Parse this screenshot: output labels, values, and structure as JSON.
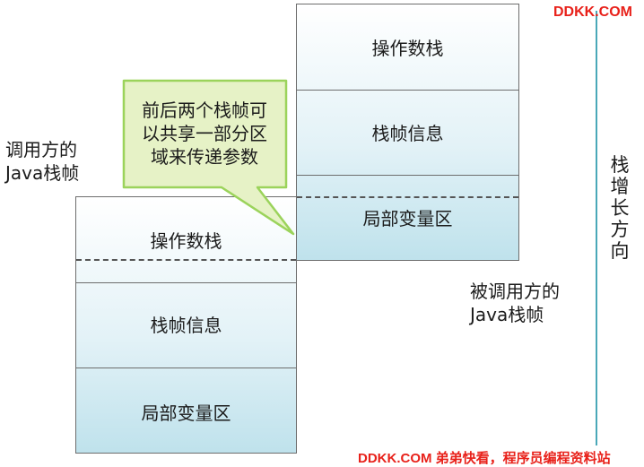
{
  "callee_stack": {
    "cells": [
      "操作数栈",
      "栈帧信息",
      "局部变量区"
    ]
  },
  "caller_stack": {
    "cells": [
      "操作数栈",
      "栈帧信息",
      "局部变量区"
    ]
  },
  "labels": {
    "caller": [
      "调用方的",
      "Java栈帧"
    ],
    "callee": [
      "被调用方的",
      "Java栈帧"
    ],
    "growth_direction": [
      "栈",
      "增",
      "长",
      "方",
      "向"
    ]
  },
  "callout": {
    "lines": [
      "前后两个栈帧可",
      "以共享一部分区",
      "域来传递参数"
    ],
    "border_color": "#9bd35b",
    "fill_color": "#e6f2c6"
  },
  "watermark": {
    "top": "DDKK.COM",
    "bottom": "DDKK.COM 弟弟快看，程序员编程资料站",
    "color": "#e8211a"
  },
  "colors": {
    "axis": "#4aa8b8",
    "stack_border": "#6d6d6d"
  }
}
